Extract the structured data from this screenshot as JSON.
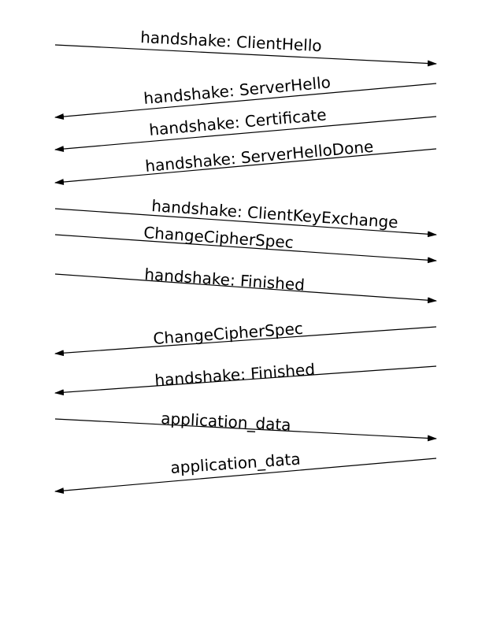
{
  "diagram": {
    "line_color": "#000000",
    "messages": [
      {
        "label": "handshake: ClientHello",
        "direction": "client-to-server"
      },
      {
        "label": "handshake: ServerHello",
        "direction": "server-to-client"
      },
      {
        "label": "handshake: Certificate",
        "direction": "server-to-client"
      },
      {
        "label": "handshake: ServerHelloDone",
        "direction": "server-to-client"
      },
      {
        "label": "handshake: ClientKeyExchange",
        "direction": "client-to-server"
      },
      {
        "label": "ChangeCipherSpec",
        "direction": "client-to-server"
      },
      {
        "label": "handshake: Finished",
        "direction": "client-to-server"
      },
      {
        "label": "ChangeCipherSpec",
        "direction": "server-to-client"
      },
      {
        "label": "handshake: Finished",
        "direction": "server-to-client"
      },
      {
        "label": "application_data",
        "direction": "client-to-server"
      },
      {
        "label": "application_data",
        "direction": "server-to-client"
      }
    ]
  }
}
